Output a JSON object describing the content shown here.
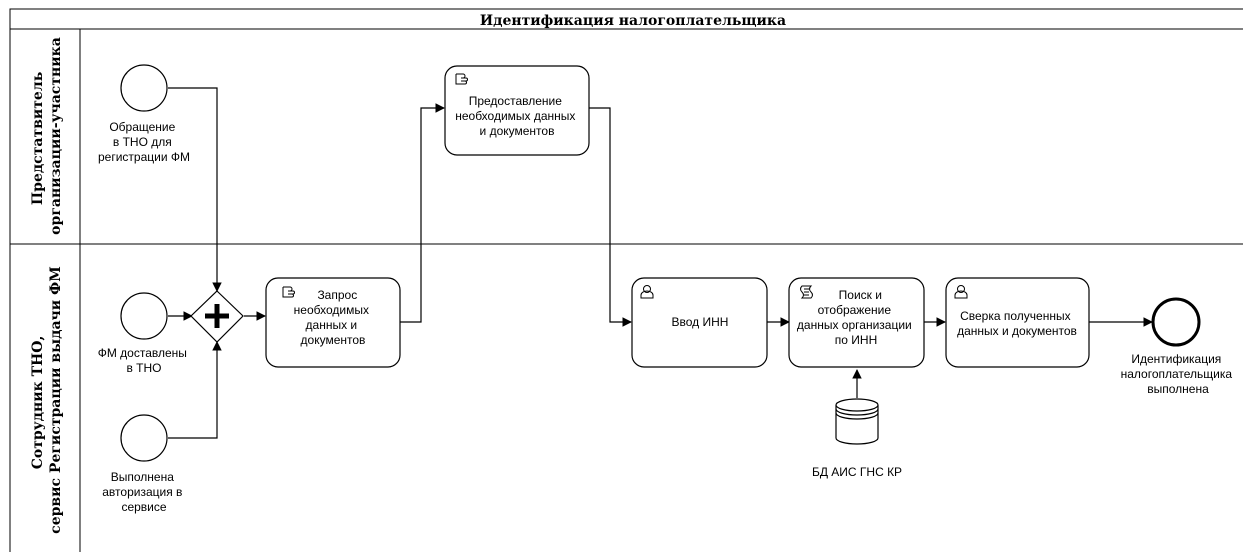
{
  "pool": {
    "title": "Идентификация налогоплательщика"
  },
  "lanes": [
    {
      "line1": "Предстатвитель",
      "line2": "организации-участника"
    },
    {
      "line1": "Сотрудник ТНО,",
      "line2": "сервис Регистрации выдачи ФМ"
    }
  ],
  "events": {
    "start_request": [
      "Обращение",
      "в ТНО для",
      "регистрации ФМ"
    ],
    "start_delivered": [
      "ФМ доставлены",
      "в ТНО"
    ],
    "start_auth": [
      "Выполнена",
      "авторизация в",
      "сервисе"
    ],
    "end_done": [
      "Идентификация",
      "налогоплательщика",
      "выполнена"
    ]
  },
  "tasks": {
    "provide_docs": {
      "type": "manual",
      "lines": [
        "Предоставление",
        "необходимых данных",
        "и документов"
      ]
    },
    "request_docs": {
      "type": "manual",
      "lines": [
        "Запрос",
        "необходимых",
        "данных и",
        "документов"
      ]
    },
    "enter_inn": {
      "type": "user",
      "lines": [
        "Ввод ИНН"
      ]
    },
    "search_display": {
      "type": "script",
      "lines": [
        "Поиск и",
        "отображение",
        "данных организации",
        "по ИНН"
      ]
    },
    "verify": {
      "type": "user",
      "lines": [
        "Сверка полученных",
        "данных и документов"
      ]
    }
  },
  "data_store": {
    "label": "БД АИС ГНС КР"
  },
  "gateway": {
    "type": "parallel"
  },
  "colors": {
    "stroke": "#000000",
    "fill": "#ffffff",
    "lane_line": "#000000"
  }
}
